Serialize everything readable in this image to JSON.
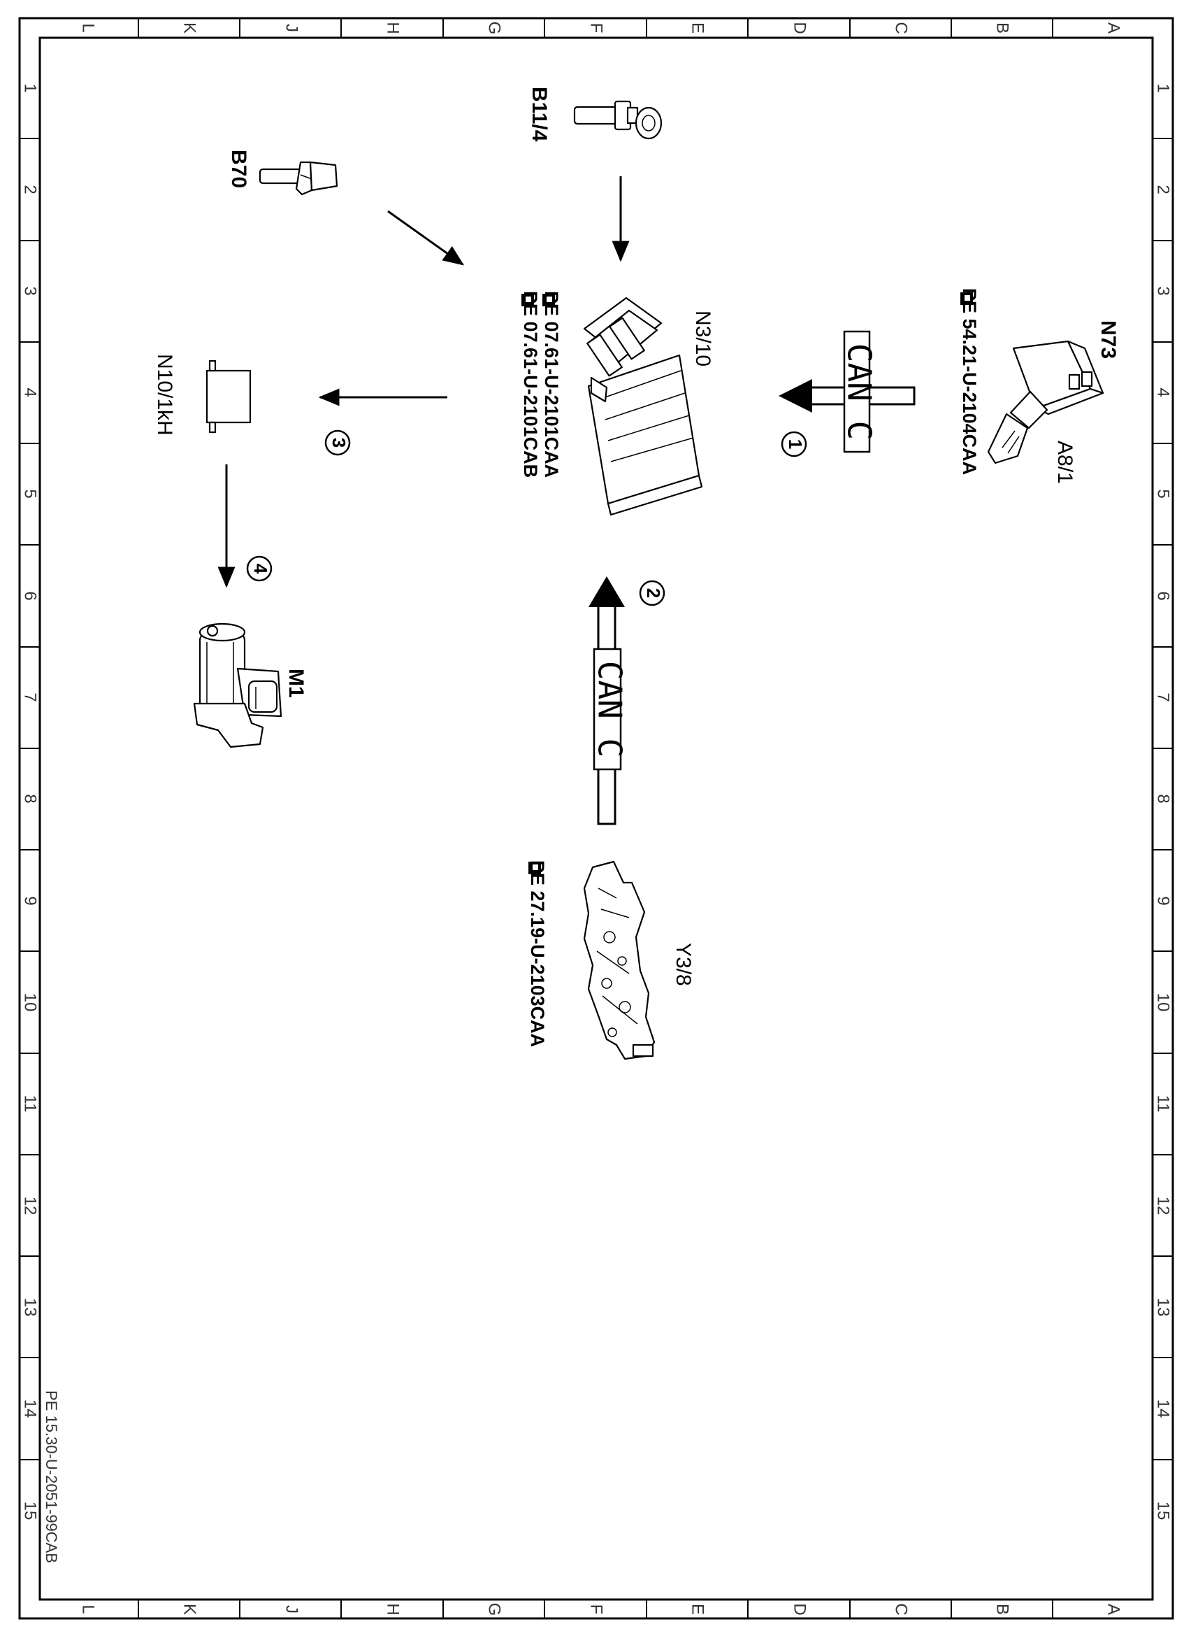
{
  "frame": {
    "columns": [
      "L",
      "K",
      "J",
      "H",
      "G",
      "F",
      "E",
      "D",
      "C",
      "B",
      "A"
    ],
    "rows": [
      "1",
      "2",
      "3",
      "4",
      "5",
      "6",
      "7",
      "8",
      "9",
      "10",
      "11",
      "12",
      "13",
      "14",
      "15"
    ]
  },
  "document_ref": "PE 15.30-U-2051-99CAB",
  "components": {
    "b11_4": "B11/4",
    "b70": "B70",
    "n3_10": "N3/10",
    "n73": "N73",
    "a8_1": "A8/1",
    "n10_1kh": "N10/1kH",
    "m1": "M1",
    "y3_8": "Y3/8"
  },
  "references": {
    "n3_10_a": "PE 07.61-U-2101CAA",
    "n3_10_b": "PE 07.61-U-2101CAB",
    "n73": "PE 54.21-U-2104CAA",
    "y3_8": "PE 27.19-U-2103CAA"
  },
  "bus_labels": {
    "top": "CAN C",
    "bottom": "CAN C"
  },
  "steps": [
    "1",
    "2",
    "3",
    "4"
  ]
}
